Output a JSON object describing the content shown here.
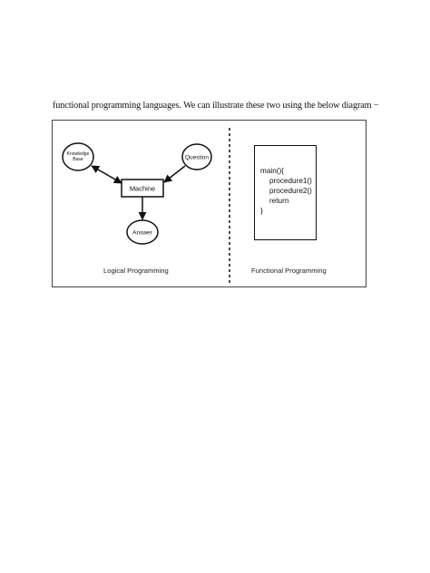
{
  "intro_text": "functional programming languages. We can illustrate these two using the below diagram −",
  "diagram": {
    "logical": {
      "knowledge_label_line1": "Knowledge",
      "knowledge_label_line2": "Base",
      "question_label": "Question",
      "machine_label": "Machine",
      "answer_label": "Answer",
      "caption": "Logical Programming"
    },
    "functional": {
      "code_lines": [
        "main(){",
        "procedure1()",
        "procedure2()",
        "return",
        "}"
      ],
      "caption": "Functional Programming"
    },
    "colors": {
      "ink": "#111111",
      "frame": "#444444"
    }
  }
}
